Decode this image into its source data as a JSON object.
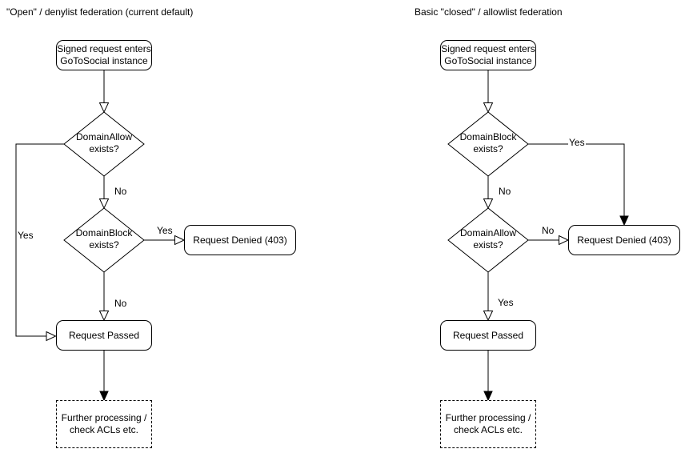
{
  "left": {
    "title": "\"Open\" / denylist federation (current default)",
    "start": "Signed request enters\nGoToSocial instance",
    "decision1": "DomainAllow\nexists?",
    "decision1_yes_label": "Yes",
    "decision1_no_label": "No",
    "decision2": "DomainBlock\nexists?",
    "decision2_yes_label": "Yes",
    "decision2_no_label": "No",
    "denied": "Request Denied (403)",
    "passed": "Request Passed",
    "further": "Further processing /\ncheck ACLs etc."
  },
  "right": {
    "title": "Basic \"closed\" / allowlist federation",
    "start": "Signed request enters\nGoToSocial instance",
    "decision1": "DomainBlock\nexists?",
    "decision1_yes_label": "Yes",
    "decision1_no_label": "No",
    "decision2": "DomainAllow\nexists?",
    "decision2_yes_label": "Yes",
    "decision2_no_label": "No",
    "denied": "Request Denied (403)",
    "passed": "Request Passed",
    "further": "Further processing /\ncheck ACLs etc."
  },
  "colors": {
    "stroke": "#000000",
    "node_fill": "#ffffff",
    "background": "#ffffff"
  }
}
